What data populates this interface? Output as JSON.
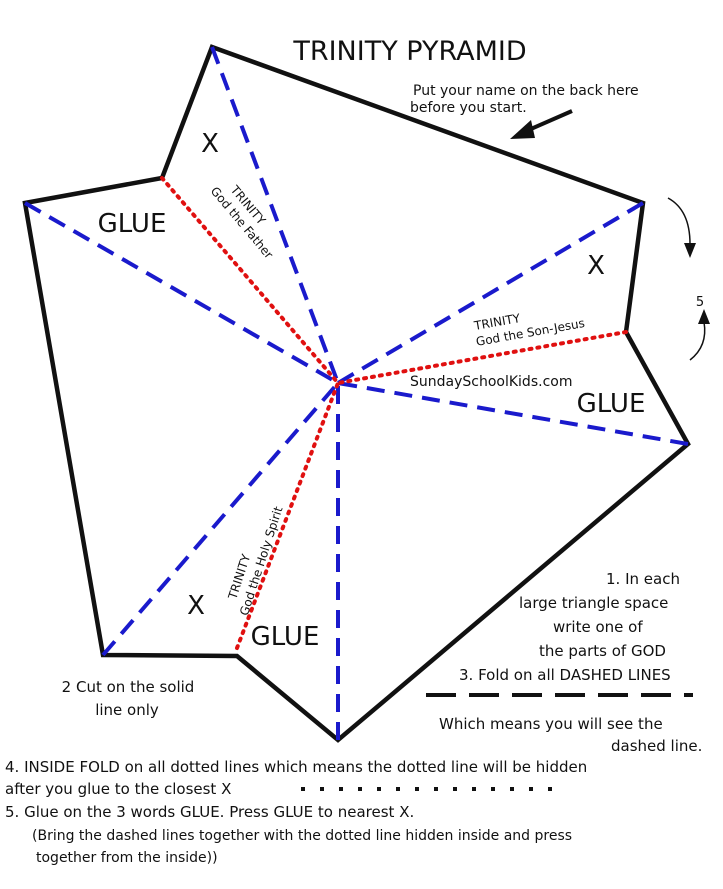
{
  "title": "TRINITY PYRAMID",
  "name_note": {
    "line1": "Put your name on the back here",
    "line2": "before you start."
  },
  "flaps": {
    "x_label": "X",
    "glue_label": "GLUE"
  },
  "fold_labels": {
    "father": {
      "line1": "TRINITY",
      "line2": "God the Father"
    },
    "son": {
      "line1": "TRINITY",
      "line2": "God the Son-Jesus"
    },
    "spirit": {
      "line1": "TRINITY",
      "line2": "God the Holy Spirit"
    }
  },
  "watermark": "SundaySchoolKids.com",
  "step_marker": "5",
  "instructions": {
    "step1_line1": "1.  In each",
    "step1_line2": "large triangle space",
    "step1_line3": "write  one of",
    "step1_line4": "the parts of GOD",
    "step3": "3.  Fold on all DASHED LINES",
    "dashed_note_line1": "Which means you will see the",
    "dashed_note_line2": "dashed line.",
    "step2_line1": "2 Cut on the solid",
    "step2_line2": "line only",
    "step4_line1": "4. INSIDE FOLD on all dotted lines which means the dotted line will be hidden",
    "step4_line2": "after you glue to the closest X",
    "step5_line1": "5. Glue on the 3 words GLUE. Press GLUE to nearest X.",
    "step5_line2": "(Bring the dashed lines together with the dotted line hidden inside and press",
    "step5_line3": "together from the inside))"
  },
  "colors": {
    "outline": "#111111",
    "dashed_fold": "#1a1acc",
    "dotted_fold": "#e01010"
  }
}
